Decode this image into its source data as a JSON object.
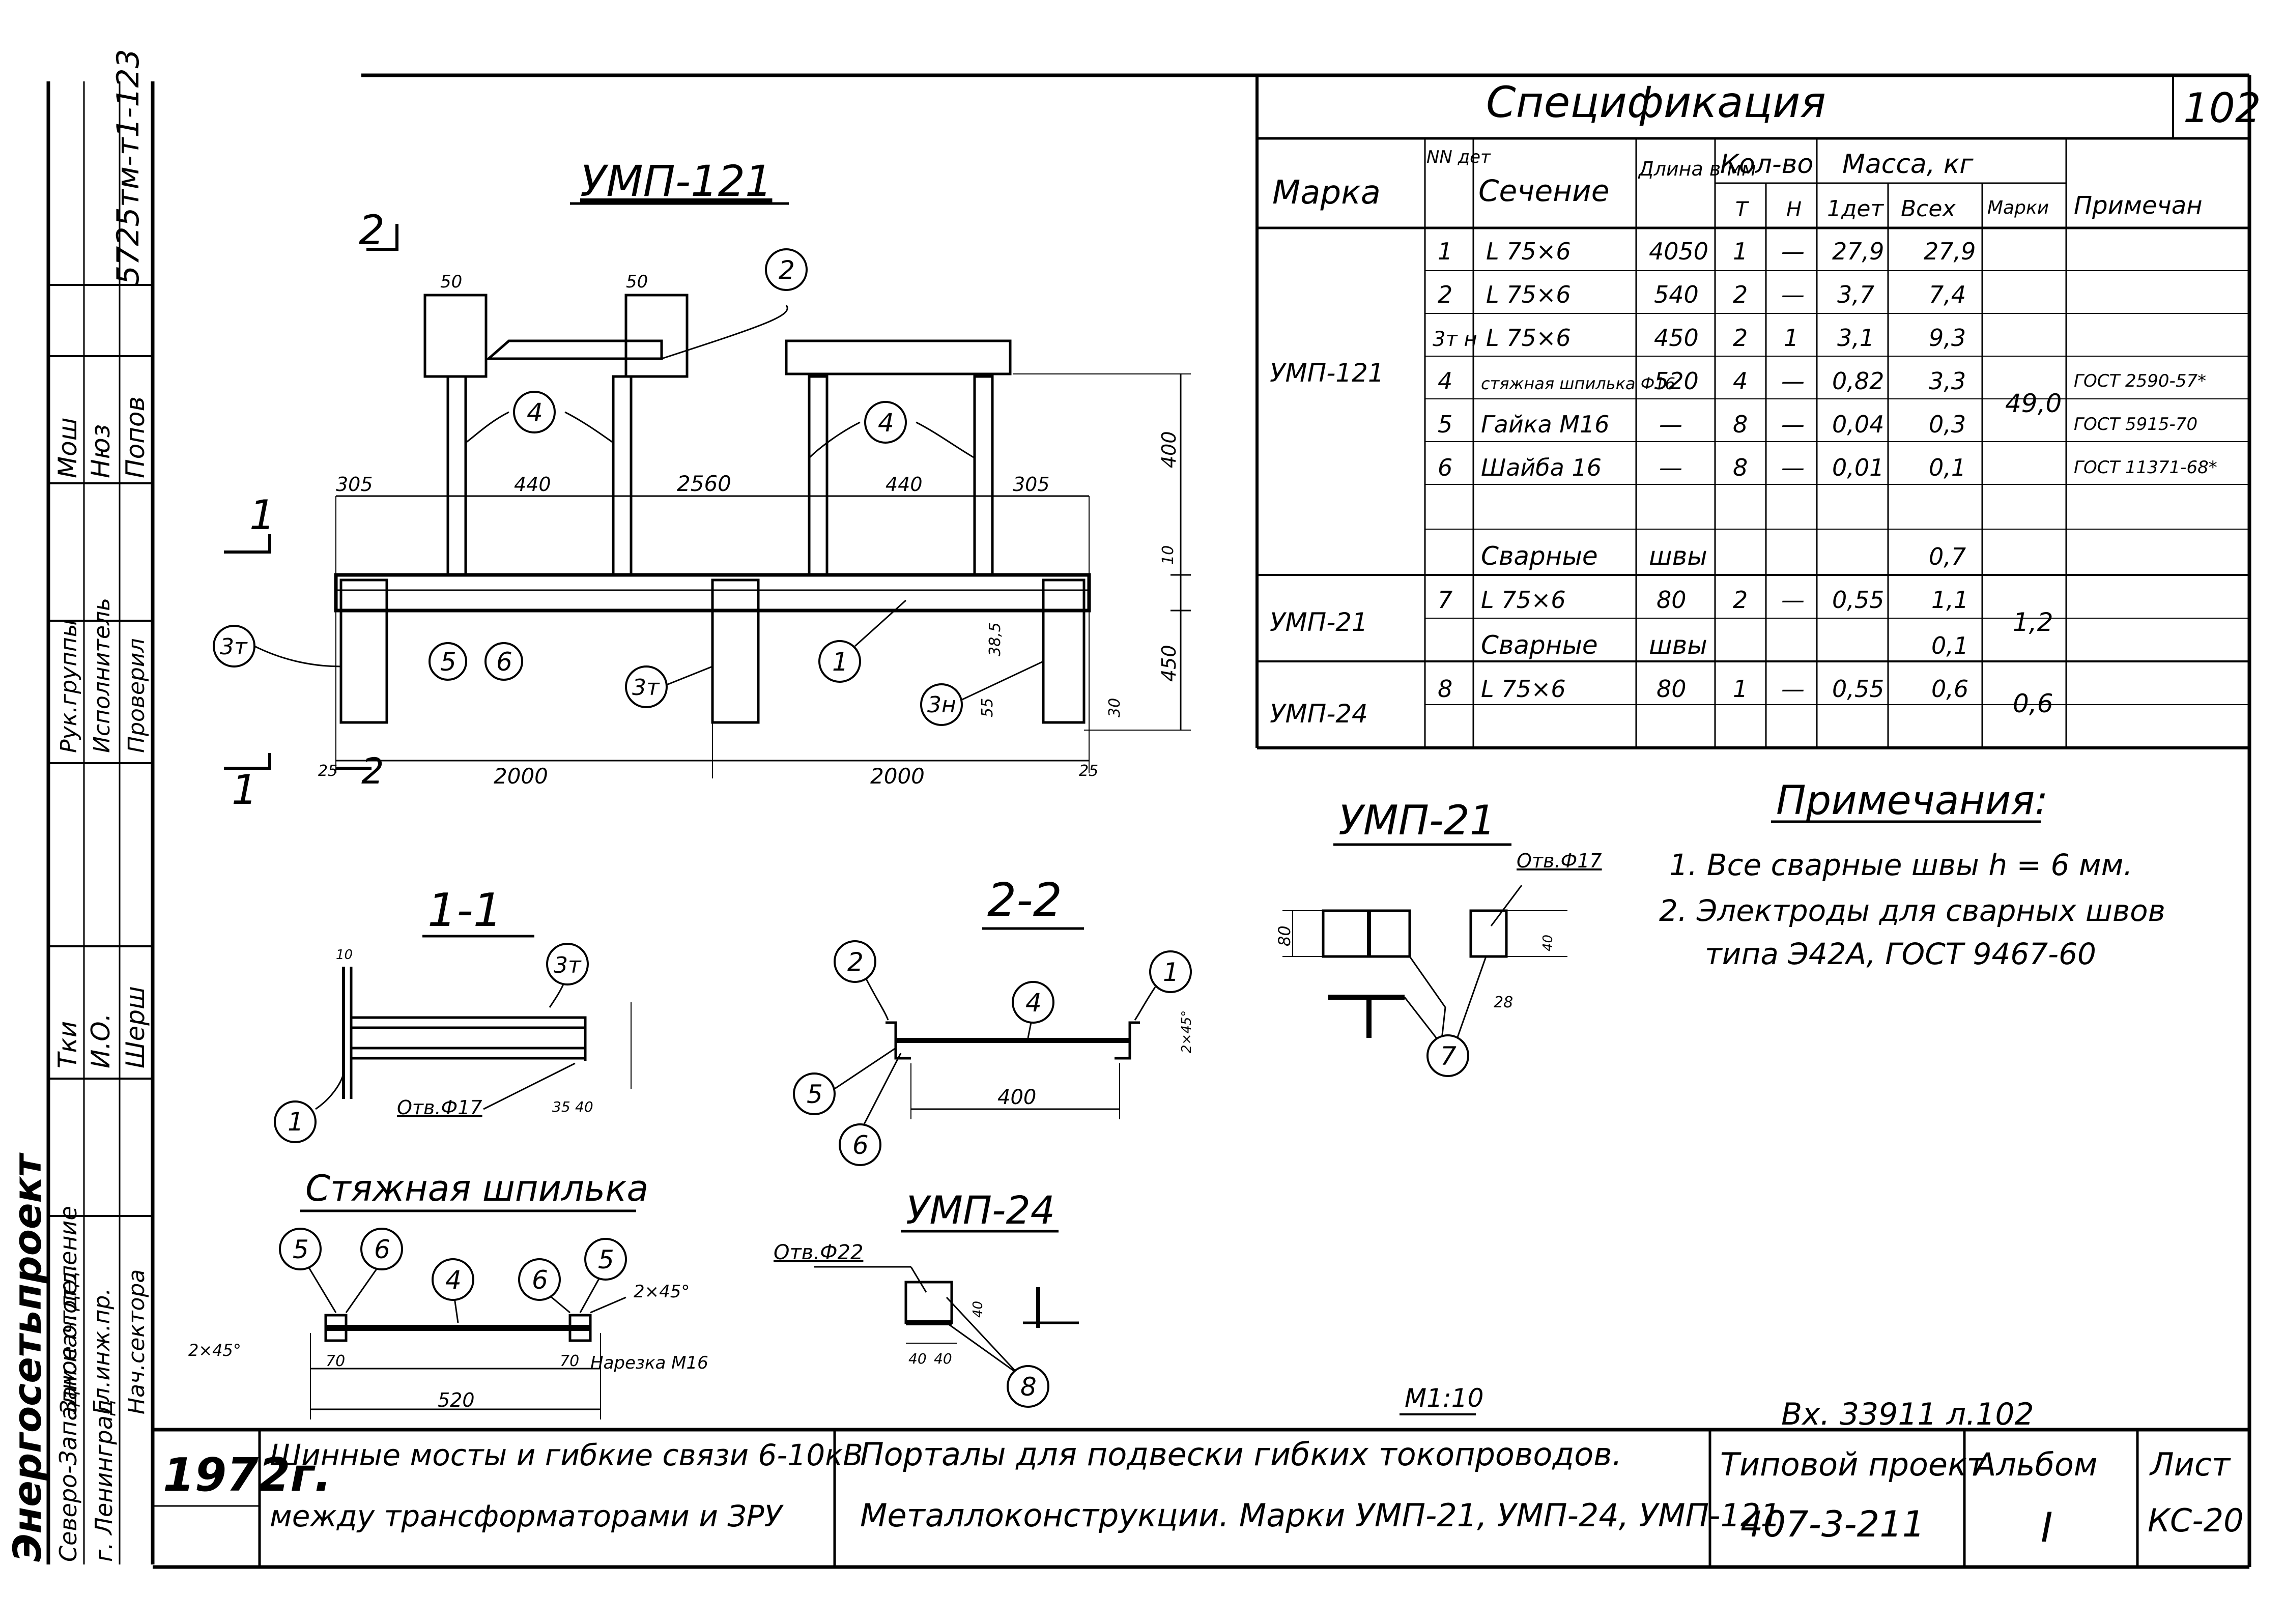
{
  "sheet_number": "102",
  "spec": {
    "title": "Спецификация",
    "headers": {
      "marka": "Марка",
      "nn_det": "NN дет",
      "sechenie": "Сечение",
      "dlina": "Длина в мм",
      "kolvo": "Кол-во",
      "t": "Т",
      "n": "Н",
      "massa": "Масса, кг",
      "odet": "1дет",
      "vseh": "Всех",
      "marki": "Марки",
      "primech": "Примечан"
    },
    "rows": [
      {
        "marka": "УМП-121",
        "det": "1",
        "sech": "L 75×6",
        "len": "4050",
        "t": "1",
        "n": "—",
        "m1": "27,9",
        "mall": "27,9",
        "mmark": "49,0",
        "note": ""
      },
      {
        "marka": "",
        "det": "2",
        "sech": "L 75×6",
        "len": "540",
        "t": "2",
        "n": "—",
        "m1": "3,7",
        "mall": "7,4",
        "mmark": "",
        "note": ""
      },
      {
        "marka": "",
        "det": "3т н",
        "sech": "L 75×6",
        "len": "450",
        "t": "2",
        "n": "1",
        "m1": "3,1",
        "mall": "9,3",
        "mmark": "",
        "note": ""
      },
      {
        "marka": "",
        "det": "4",
        "sech": "стяжная шпилька Ф16",
        "len": "520",
        "t": "4",
        "n": "—",
        "m1": "0,82",
        "mall": "3,3",
        "mmark": "",
        "note": "ГОСТ 2590-57*"
      },
      {
        "marka": "",
        "det": "5",
        "sech": "Гайка М16",
        "len": "—",
        "t": "8",
        "n": "—",
        "m1": "0,04",
        "mall": "0,3",
        "mmark": "",
        "note": "ГОСТ 5915-70"
      },
      {
        "marka": "",
        "det": "6",
        "sech": "Шайба 16",
        "len": "—",
        "t": "8",
        "n": "—",
        "m1": "0,01",
        "mall": "0,1",
        "mmark": "",
        "note": "ГОСТ 11371-68*"
      },
      {
        "marka": "",
        "det": "",
        "sech": "Сварные",
        "len": "швы",
        "t": "",
        "n": "",
        "m1": "",
        "mall": "0,7",
        "mmark": "",
        "note": ""
      },
      {
        "marka": "УМП-21",
        "det": "7",
        "sech": "L 75×6",
        "len": "80",
        "t": "2",
        "n": "—",
        "m1": "0,55",
        "mall": "1,1",
        "mmark": "1,2",
        "note": ""
      },
      {
        "marka": "",
        "det": "",
        "sech": "Сварные",
        "len": "швы",
        "t": "",
        "n": "",
        "m1": "",
        "mall": "0,1",
        "mmark": "",
        "note": ""
      },
      {
        "marka": "УМП-24",
        "det": "8",
        "sech": "L 75×6",
        "len": "80",
        "t": "1",
        "n": "—",
        "m1": "0,55",
        "mall": "0,6",
        "mmark": "0,6",
        "note": ""
      }
    ]
  },
  "drawing_titles": {
    "main": "УМП-121",
    "sec11": "1-1",
    "sec22": "2-2",
    "umn21": "УМП-21",
    "umn24": "УМП-24",
    "stud": "Стяжная шпилька"
  },
  "dims": {
    "d305a": "305",
    "d440a": "440",
    "d2560": "2560",
    "d440b": "440",
    "d305b": "305",
    "d50a": "50",
    "d50b": "50",
    "d400": "400",
    "d10": "10",
    "d450": "450",
    "d2000a": "2000",
    "d2000b": "2000",
    "d25a": "25",
    "d25b": "25",
    "d385": "38,5",
    "d55": "55",
    "d30": "30",
    "d400s": "400",
    "d520": "520",
    "d70a": "70",
    "d70b": "70",
    "d45a": "2×45°",
    "d45b": "2×45°",
    "nar": "Нарезка М16",
    "otv11": "Отв.Ф17",
    "otv21": "Отв.Ф17",
    "otv22": "Отв.Ф22",
    "d80": "80",
    "d40": "40",
    "d28": "28",
    "d35": "35",
    "d40b": "40"
  },
  "callouts": [
    "1",
    "2",
    "3т",
    "3н",
    "4",
    "5",
    "6",
    "7",
    "8"
  ],
  "section_marks": {
    "one": "1",
    "two": "2"
  },
  "notes": {
    "title": "Примечания:",
    "n1": "1. Все сварные швы h = 6 мм.",
    "n2a": "2. Электроды для сварных швов",
    "n2b": "типа Э42А, ГОСТ 9467-60"
  },
  "scale": "М1:10",
  "inv": "Вх. 33911 л.102",
  "stamp": {
    "org1": "Энергосетьпроект",
    "org2": "Северо-Западное отделение",
    "org3": "г. Ленинград",
    "year": "1972г.",
    "left_title1": "Шинные мосты и гибкие связи 6-10кВ",
    "left_title2": "между трансформаторами и ЗРУ",
    "mid_title1": "Порталы для подвески гибких токопроводов.",
    "mid_title2": "Металлоконструкции. Марки УМП-21, УМП-24, УМП-121",
    "proj_label": "Типовой проект",
    "proj_no": "407-3-211",
    "album_label": "Альбом",
    "album_no": "I",
    "sheet_label": "Лист",
    "sheet_no": "КС-20",
    "side_code": "5725тм-т1-123",
    "roles": [
      "Зам.нач.отд.",
      "Гл.инж.пр.",
      "Нач.сектора",
      "Рук.группы",
      "Исполнитель",
      "Проверил"
    ],
    "names": [
      "Тки",
      "И.О.",
      "Шерш",
      "Мош",
      "Нюз",
      "Попов"
    ]
  }
}
